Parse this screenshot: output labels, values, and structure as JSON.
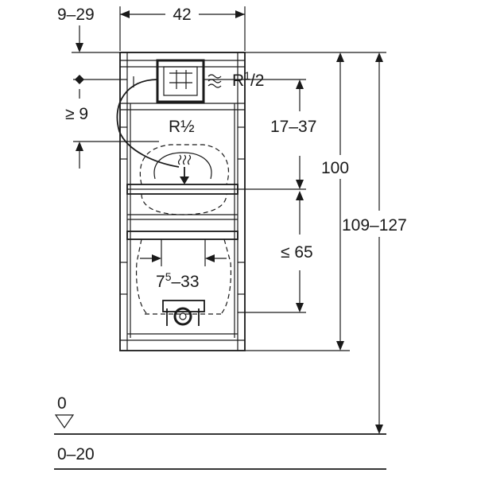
{
  "dimensions": {
    "offset_top": "9–29",
    "frame_width": "42",
    "supply_thread": "R",
    "supply_thread_sup": "1",
    "supply_thread_sub": "/2",
    "min_clearance": "≥ 9",
    "flush_thread": "R½",
    "flush_height": "17–37",
    "frame_height": "100",
    "total_height": "109–127",
    "max_height": "≤ 65",
    "bolt_spacing_main": "7",
    "bolt_spacing_sup": "5",
    "bolt_spacing_rest": "–33",
    "floor_level": "0",
    "floor_range": "0–20"
  }
}
